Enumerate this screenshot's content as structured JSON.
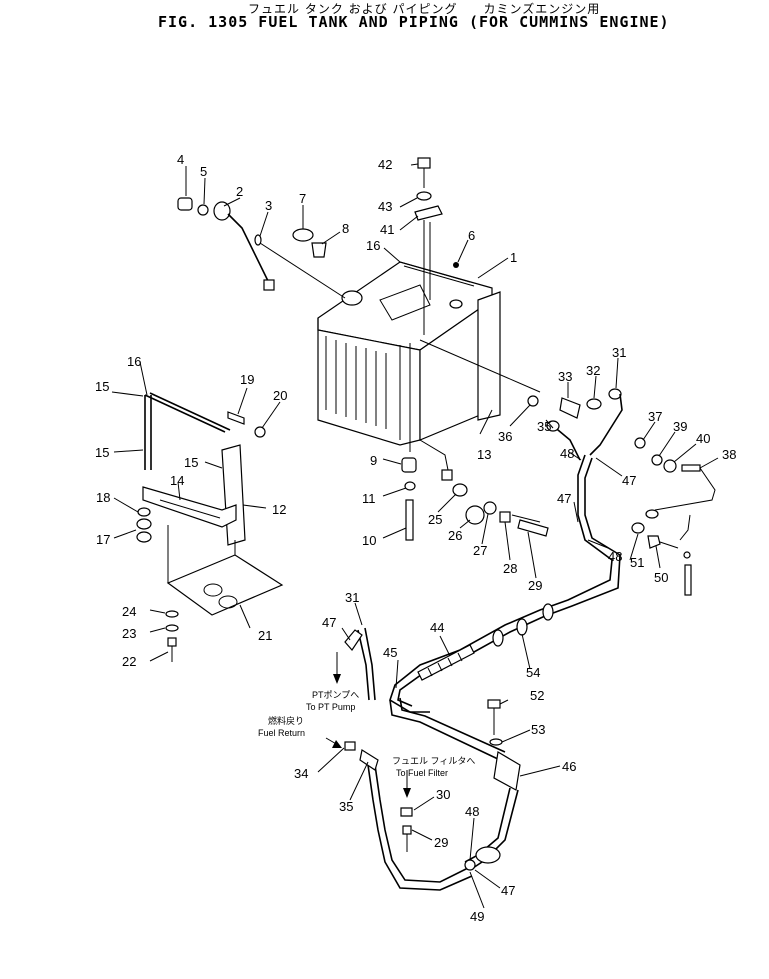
{
  "header": {
    "title_jp": "フュエル タンク および パイピング　　カミンズエンジン用",
    "title": "FIG. 1305  FUEL TANK AND PIPING (FOR CUMMINS ENGINE)"
  },
  "callouts": [
    "1",
    "2",
    "3",
    "4",
    "5",
    "6",
    "7",
    "8",
    "9",
    "10",
    "11",
    "12",
    "13",
    "14",
    "15",
    "15",
    "15",
    "16",
    "16",
    "17",
    "18",
    "19",
    "20",
    "21",
    "22",
    "23",
    "24",
    "25",
    "26",
    "27",
    "28",
    "29",
    "29",
    "30",
    "31",
    "31",
    "32",
    "33",
    "34",
    "35",
    "35",
    "36",
    "37",
    "38",
    "39",
    "40",
    "41",
    "42",
    "43",
    "44",
    "45",
    "46",
    "47",
    "47",
    "47",
    "47",
    "48",
    "48",
    "48",
    "49",
    "50",
    "51",
    "52",
    "53",
    "54"
  ],
  "annotations": {
    "pt_pump_jp": "PTポンプへ",
    "pt_pump": "To PT Pump",
    "fuel_return_jp": "燃料戻り",
    "fuel_return": "Fuel Return",
    "fuel_filter_jp": "フュエル フィルタへ",
    "fuel_filter": "To Fuel Filter"
  }
}
